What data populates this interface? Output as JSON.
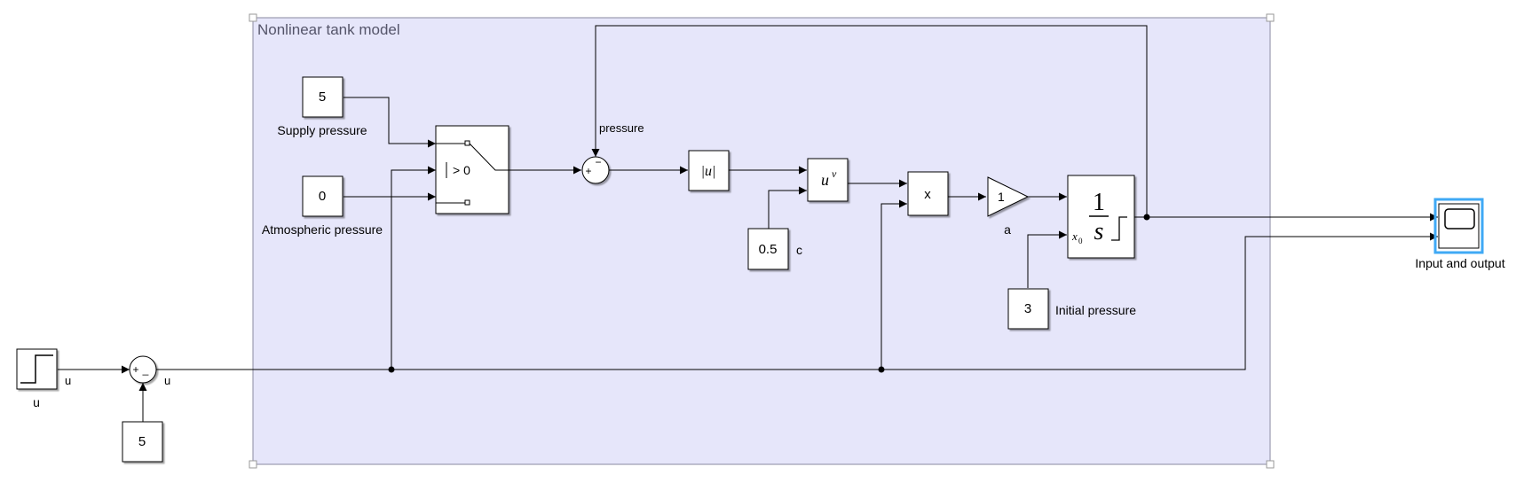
{
  "area": {
    "title": "Nonlinear tank model",
    "fill": "#e6e6fa"
  },
  "blocks": {
    "step": {
      "label": "u"
    },
    "bias_const": {
      "value": "5"
    },
    "sum_in": {
      "signs": [
        "+",
        "_"
      ]
    },
    "supply_const": {
      "value": "5",
      "label": "Supply pressure"
    },
    "atm_const": {
      "value": "0",
      "label": "Atmospheric pressure"
    },
    "switch": {
      "criteria": "> 0"
    },
    "sum_pressure": {
      "signs": [
        "+",
        "−"
      ]
    },
    "abs": {
      "text": "|u|"
    },
    "pow": {
      "base": "u",
      "exp": "v"
    },
    "c_const": {
      "value": "0.5",
      "label": "c"
    },
    "product": {
      "text": "x"
    },
    "gain": {
      "value": "1",
      "label": "a"
    },
    "integrator": {
      "num": "1",
      "den": "s",
      "ic_port": "x",
      "ic_sub": "0"
    },
    "init_const": {
      "value": "3",
      "label": "Initial pressure"
    },
    "scope": {
      "label": "Input and output",
      "accent": "#3fa9f5"
    }
  },
  "signals": {
    "u1": "u",
    "u2": "u",
    "pressure": "pressure"
  }
}
